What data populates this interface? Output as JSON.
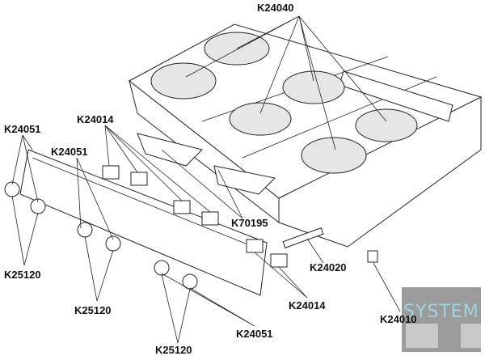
{
  "diagram": {
    "labels": {
      "k24040": "K24040",
      "k24051_a": "K24051",
      "k24014_a": "K24014",
      "k24051_b": "K24051",
      "k70195": "K70195",
      "k24020": "K24020",
      "k25120_a": "K25120",
      "k25120_b": "K25120",
      "k24014_b": "K24014",
      "k24010": "K24010",
      "k24051_c": "K24051",
      "k25120_c": "K25120"
    },
    "watermark": "SYSTEM"
  }
}
